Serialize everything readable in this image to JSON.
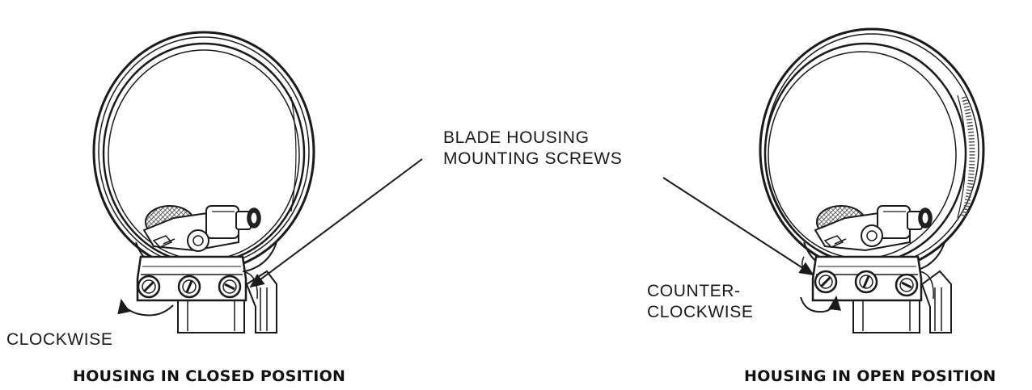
{
  "labels": {
    "callout_line1": "BLADE HOUSING",
    "callout_line2": "MOUNTING SCREWS",
    "closed_rotation": "CLOCKWISE",
    "open_rotation_line1": "COUNTER-",
    "open_rotation_line2": "CLOCKWISE"
  },
  "captions": {
    "closed": "HOUSING IN CLOSED POSITION",
    "open": "HOUSING IN OPEN POSITION"
  },
  "colors": {
    "line": "#1a1a1a",
    "ring_fill": "#ffffff",
    "knurl": "#555555"
  }
}
